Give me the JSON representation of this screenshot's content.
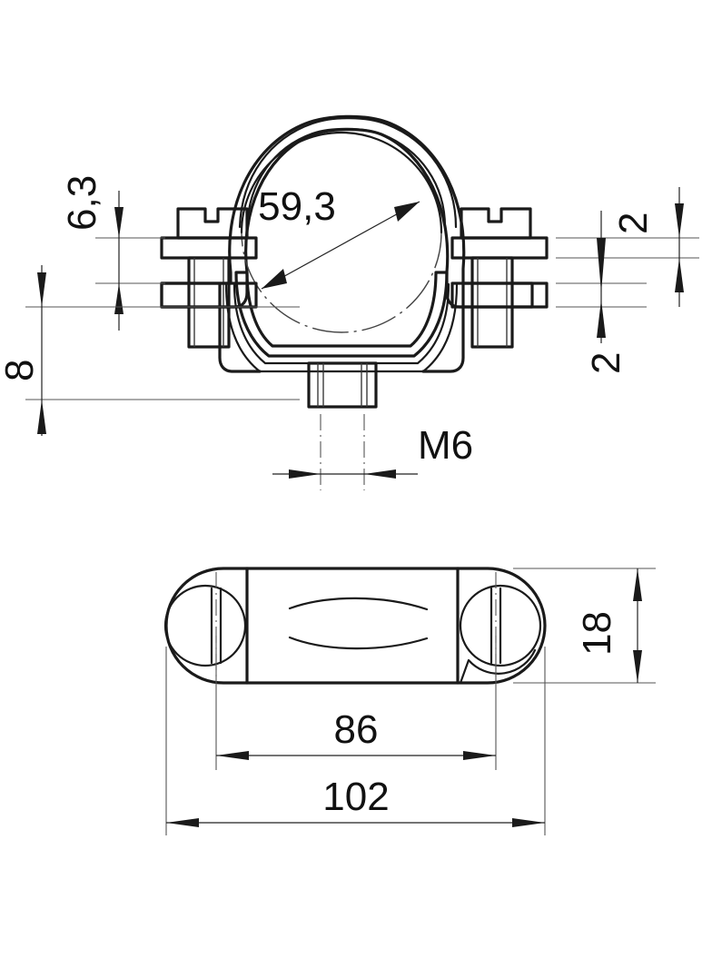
{
  "drawing": {
    "title": "Pipe clamp technical drawing",
    "type": "engineering-drawing",
    "units": "mm",
    "line_color": "#1a1a1a",
    "background_color": "#ffffff",
    "views": [
      {
        "name": "front-view",
        "description": "Front elevation of pipe clamp with two screws and M6 threaded stud"
      },
      {
        "name": "top-view",
        "description": "Plan view of pipe clamp showing two slotted screw heads"
      }
    ],
    "dimensions": {
      "bore_diameter": "59,3",
      "screw_head_thickness": "6,3",
      "base_height": "8",
      "thread_spec": "M6",
      "band_thickness_upper": "2",
      "band_thickness_lower": "2",
      "plate_width": "18",
      "hole_spacing": "86",
      "overall_length": "102"
    },
    "labels": {
      "bore": "59,3",
      "screw_head": "6,3",
      "height": "8",
      "thread": "M6",
      "thickness_top": "2",
      "thickness_bottom": "2",
      "plate_width": "18",
      "hole_spacing": "86",
      "overall_length": "102"
    }
  }
}
